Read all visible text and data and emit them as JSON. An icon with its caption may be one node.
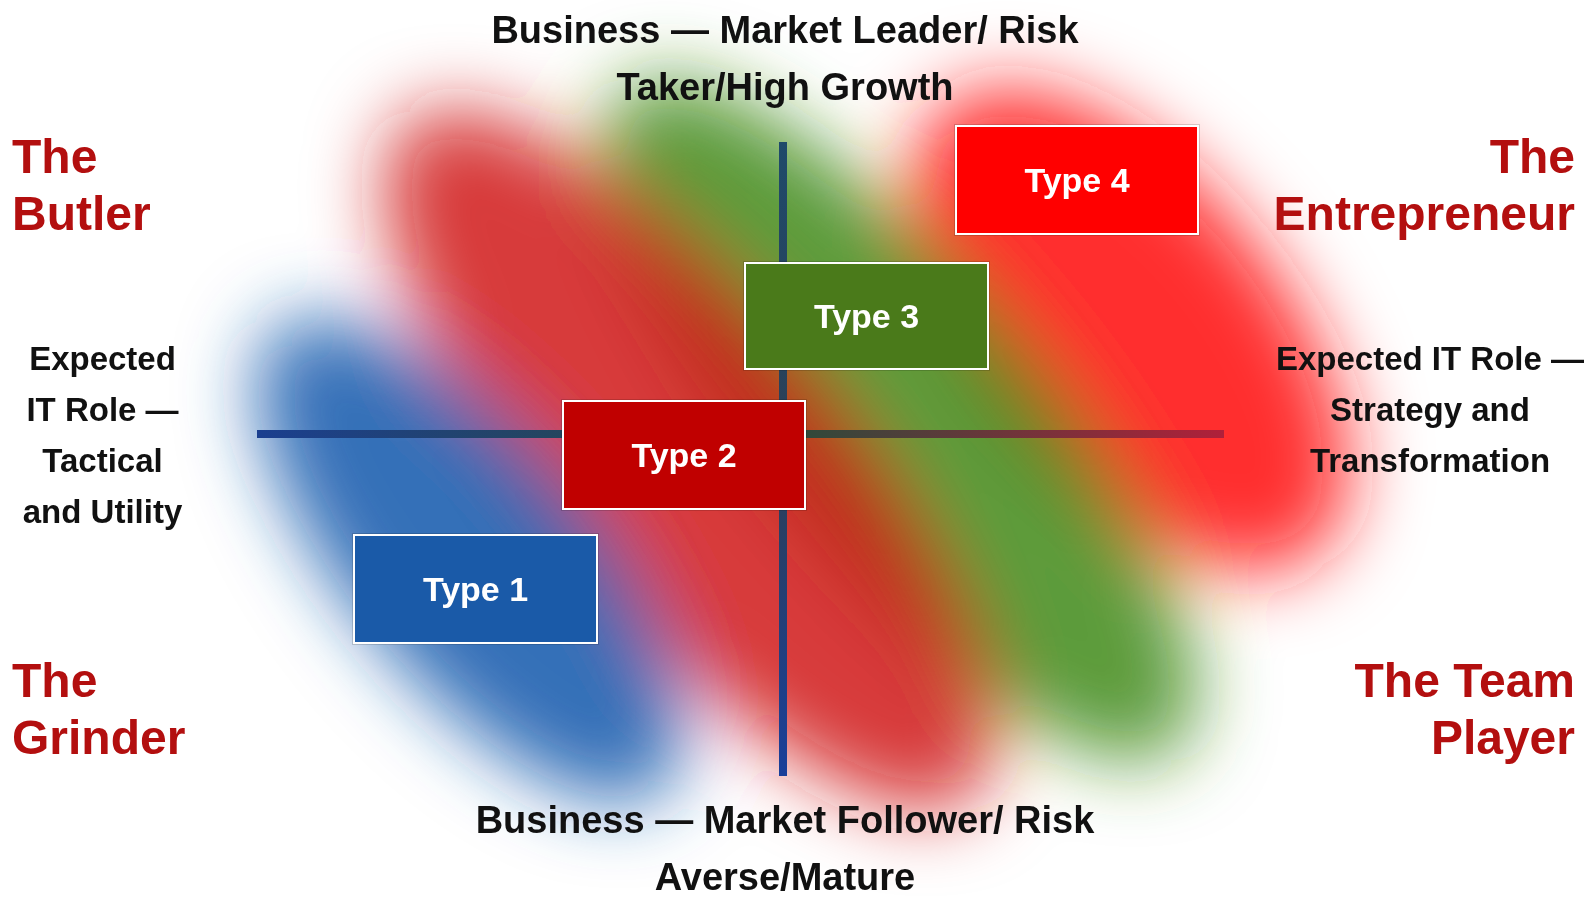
{
  "diagram": {
    "nodes": [
      {
        "text": [
          "Type 1"
        ]
      },
      {
        "text": [
          "Type 2"
        ]
      },
      {
        "text": [
          "Type 3"
        ]
      },
      {
        "text": [
          "Type 4"
        ]
      }
    ],
    "labels": [
      "Business — Market Leader/ Risk Taker/High Growth",
      "The Butler",
      "The Entrepreneur",
      "Expected IT Role — Tactical and Utility",
      "Expected IT Role — Strategy and Transformation",
      "The Grinder",
      "The Team Player",
      "Business — Market Follower/ Risk Averse/Mature"
    ]
  }
}
